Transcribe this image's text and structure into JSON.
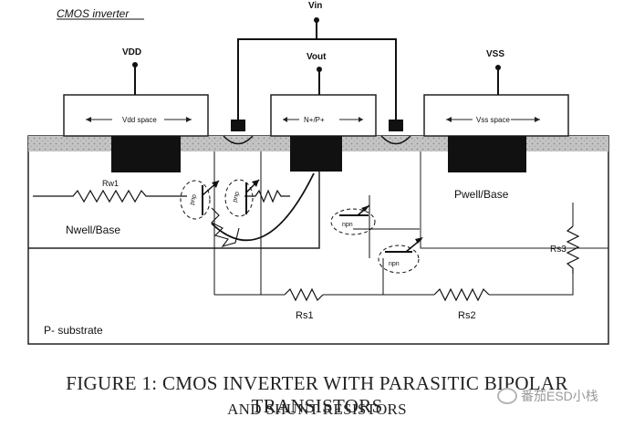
{
  "diagram": {
    "title": "CMOS inverter",
    "terminals": {
      "vin": "Vin",
      "vdd": "VDD",
      "vout": "Vout",
      "vss": "VSS"
    },
    "regions": {
      "vdd_space": "Vdd space",
      "np": "N+/P+",
      "vss_space": "Vss space",
      "nwell": "Nwell/Base",
      "pwell": "Pwell/Base",
      "substrate": "P- substrate"
    },
    "resistors": {
      "rw1": "Rw1",
      "rs1": "Rs1",
      "rs2": "Rs2",
      "rs3": "Rs3"
    },
    "transistors": {
      "t1": "pnp",
      "t2": "pnp",
      "t3": "npn",
      "t4": "npn"
    }
  },
  "caption": {
    "line1": "FIGURE 1: CMOS INVERTER WITH PARASITIC BIPOLAR TRANSISTORS",
    "line2": "AND SHUNT RESISTORS"
  },
  "watermark": {
    "text": "番茄ESD小栈",
    "icon": "wechat-icon"
  }
}
